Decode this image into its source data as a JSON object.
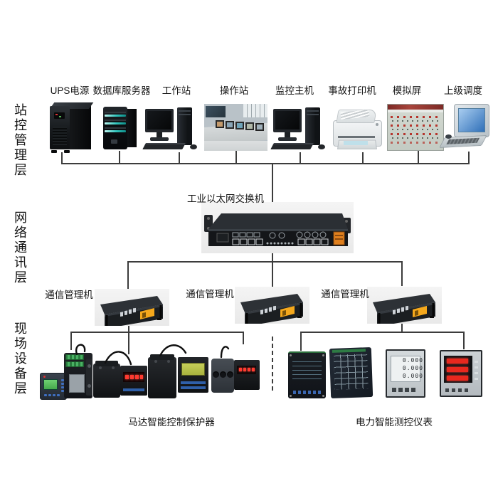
{
  "diagram_title": "",
  "layers": [
    {
      "label": "站控管理层"
    },
    {
      "label": "网络通讯层"
    },
    {
      "label": "现场设备层"
    }
  ],
  "station_layer": {
    "devices": [
      {
        "label": "UPS电源",
        "kind": "ups-tower"
      },
      {
        "label": "数据库服务器",
        "kind": "server-tower"
      },
      {
        "label": "工作站",
        "kind": "desktop-computer"
      },
      {
        "label": "操作站",
        "kind": "control-room-photo"
      },
      {
        "label": "监控主机",
        "kind": "desktop-computer"
      },
      {
        "label": "事故打印机",
        "kind": "laser-printer"
      },
      {
        "label": "模拟屏",
        "kind": "mimic-panel-photo"
      },
      {
        "label": "上级调度",
        "kind": "dispatch-computer"
      }
    ]
  },
  "network_layer": {
    "switch_label": "工业以太网交换机",
    "comm_managers": [
      {
        "label": "通信管理机"
      },
      {
        "label": "通信管理机"
      },
      {
        "label": "通信管理机"
      }
    ]
  },
  "field_layer": {
    "groups": [
      {
        "label": "马达智能控制保护器"
      },
      {
        "label": "电力智能测控仪表",
        "meter_rows": [
          "0.000",
          "0.000",
          "0.000"
        ]
      }
    ]
  },
  "colors": {
    "background": "#ffffff",
    "line": "#3c3c3c",
    "device_black": "#15181b",
    "accent_orange": "#e0801e",
    "amber_lcd": "#f5a81c",
    "green_lcd": "#58c05a",
    "cyan_stripe": "#2fc4bc",
    "red_led": "#e8281e",
    "photo_background": "#ededed"
  }
}
